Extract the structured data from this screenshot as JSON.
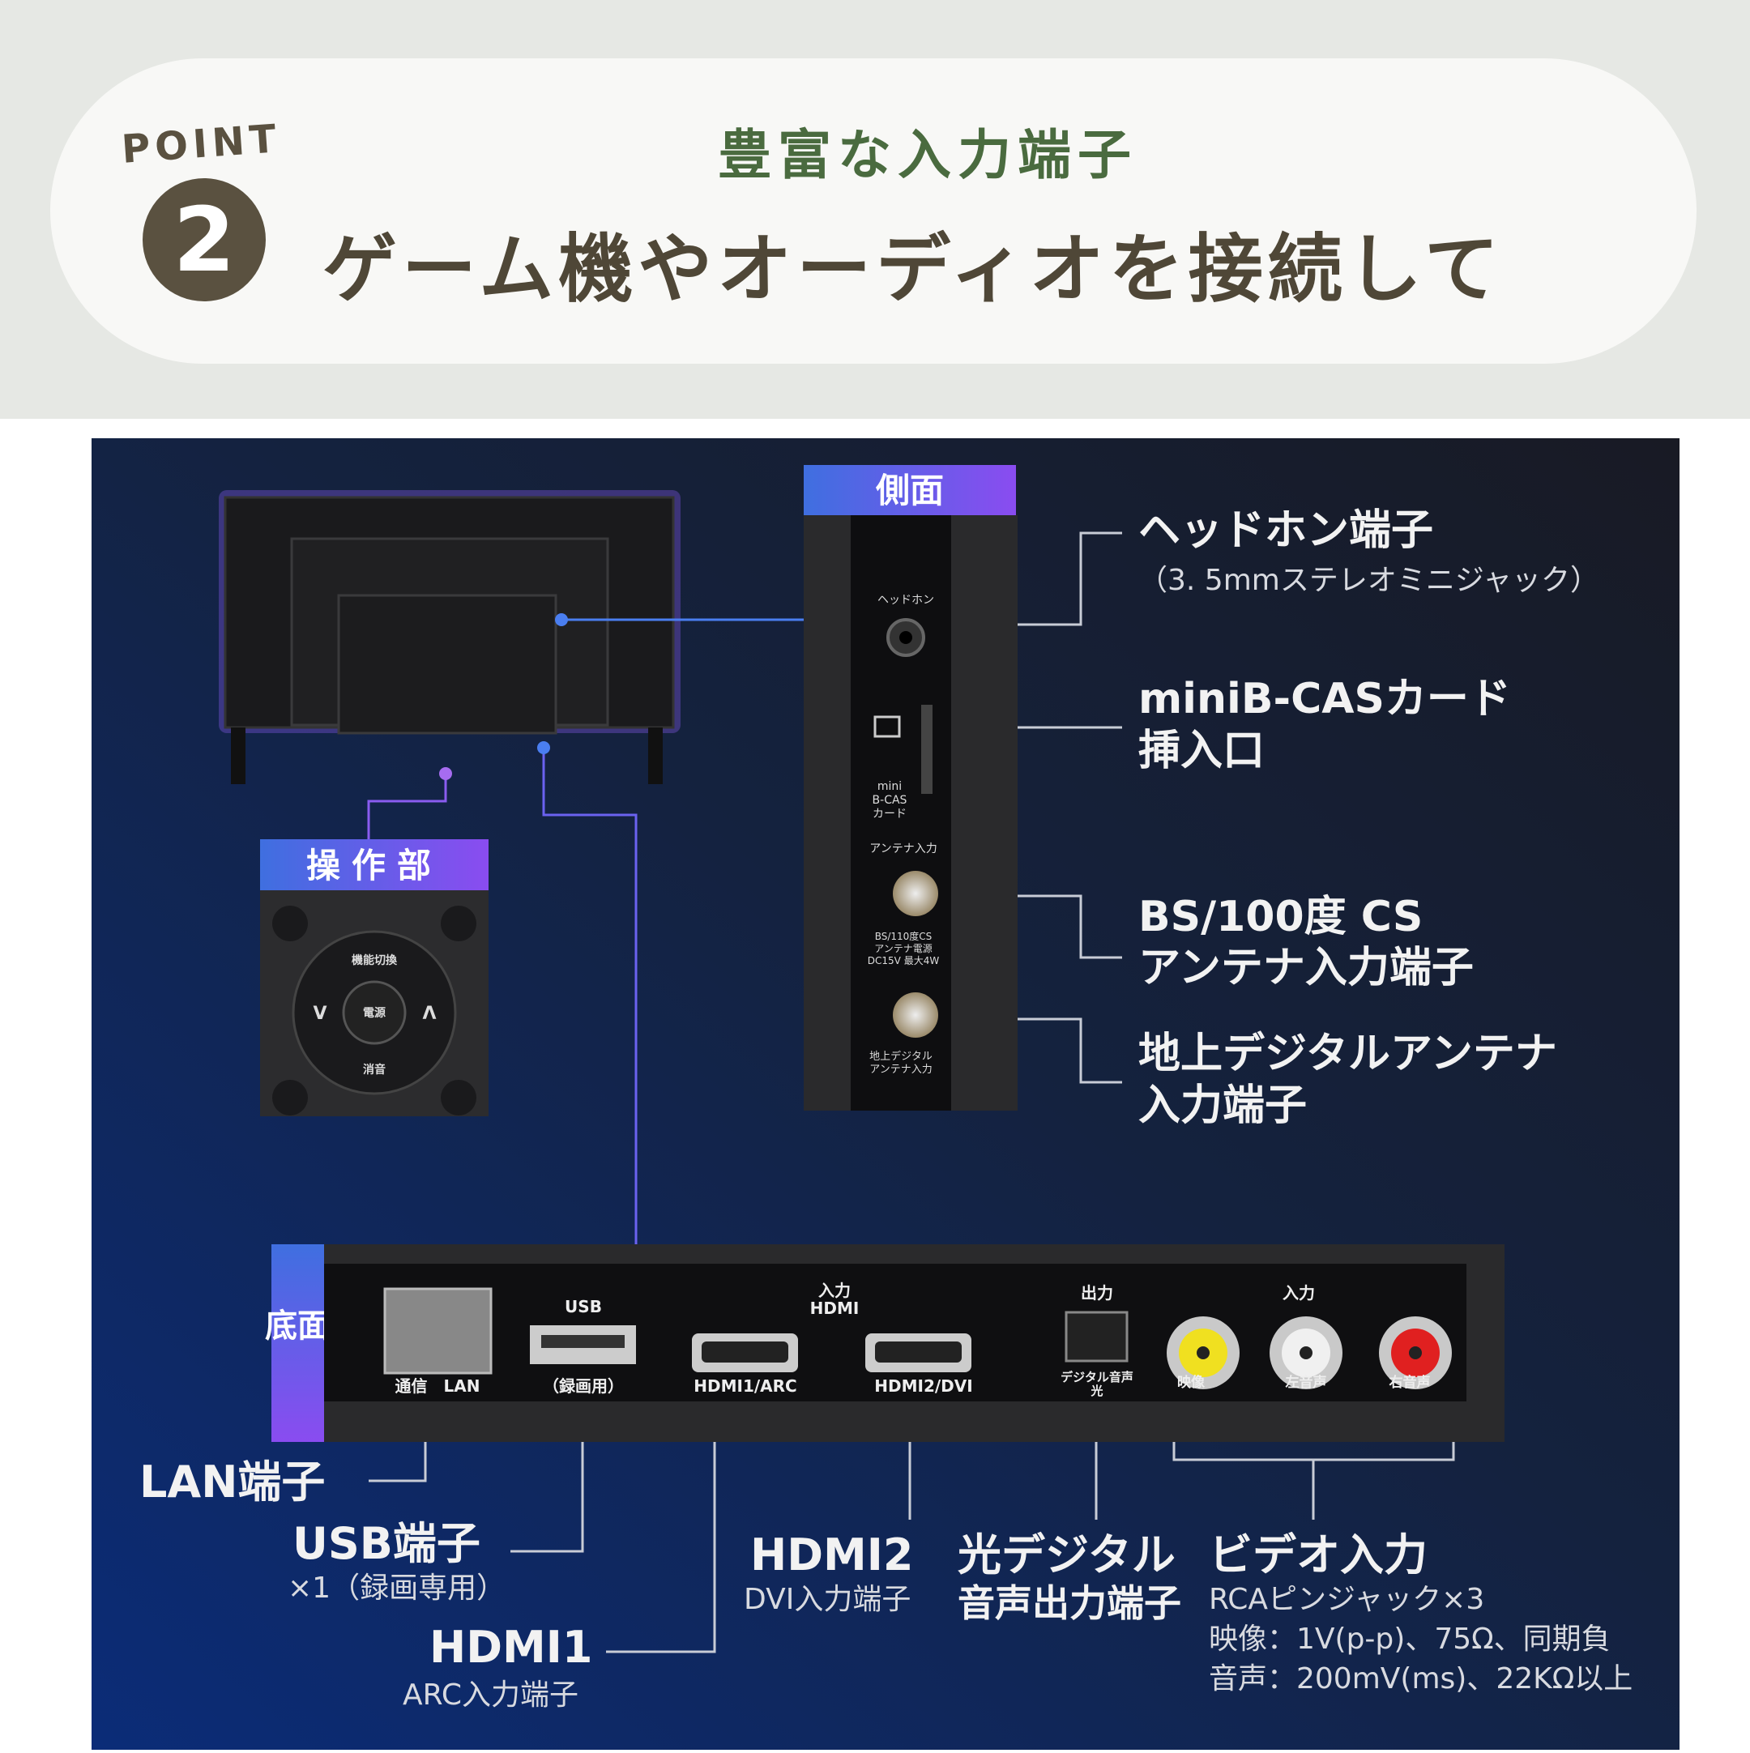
{
  "header": {
    "point_label": "POINT",
    "point_number": "2",
    "subtitle": "豊富な入力端子",
    "title": "ゲーム機やオーディオを接続して"
  },
  "colors": {
    "header_bg": "#e6e8e4",
    "title_green": "#4a6b3f",
    "title_brown": "#4f4737",
    "panel_dark": "#161d33",
    "panel_blue": "#0d2a6e",
    "label_gradient_start": "#3f6fe0",
    "label_gradient_end": "#8a4cf0"
  },
  "sections": {
    "side": "側面",
    "control": "操作部",
    "bottom": "底面"
  },
  "side_labels": [
    {
      "title": "ヘッドホン端子",
      "sub": "（3. 5mmステレオミニジャック）"
    },
    {
      "title": "miniB-CASカード",
      "title2": "挿入口"
    },
    {
      "title": "BS/100度 CS",
      "title2": "アンテナ入力端子"
    },
    {
      "title": "地上デジタルアンテナ",
      "title2": "入力端子"
    }
  ],
  "side_panel_print": {
    "headphone": "ヘッドホン",
    "card1": "mini",
    "card2": "B-CAS",
    "card3": "カード",
    "antenna": "アンテナ入力",
    "bs1": "BS/110度CS",
    "bs2": "アンテナ電源",
    "bs3": "DC15V 最大4W",
    "terr1": "地上デジタル",
    "terr2": "アンテナ入力"
  },
  "control_print": {
    "func": "機能切換",
    "power": "電源",
    "mute": "消音",
    "down": "V",
    "up": "Λ"
  },
  "bottom_print": {
    "lan": "通信　LAN",
    "usb": "USB",
    "usb_sub": "（録画用）",
    "hdmi_in": "入力",
    "hdmi_logo": "HDMI",
    "hdmi1": "HDMI1/ARC",
    "hdmi2": "HDMI2/DVI",
    "out": "出力",
    "optical": "デジタル音声",
    "optical2": "光",
    "rca_in": "入力",
    "video": "映像",
    "left": "左音声",
    "right": "右音声"
  },
  "bottom_labels": {
    "lan": {
      "title": "LAN端子"
    },
    "usb": {
      "title": "USB端子",
      "sub": "×1（録画専用）"
    },
    "hdmi1": {
      "title": "HDMI1",
      "sub": "ARC入力端子"
    },
    "hdmi2": {
      "title": "HDMI2",
      "sub": "DVI入力端子"
    },
    "optical": {
      "title": "光デジタル",
      "sub": "音声出力端子"
    },
    "video": {
      "title": "ビデオ入力",
      "sub": "RCAピンジャック×3",
      "spec1": "映像：1V(p-p)、75Ω、同期負",
      "spec2": "音声：200mV(ms)、22KΩ以上"
    }
  }
}
